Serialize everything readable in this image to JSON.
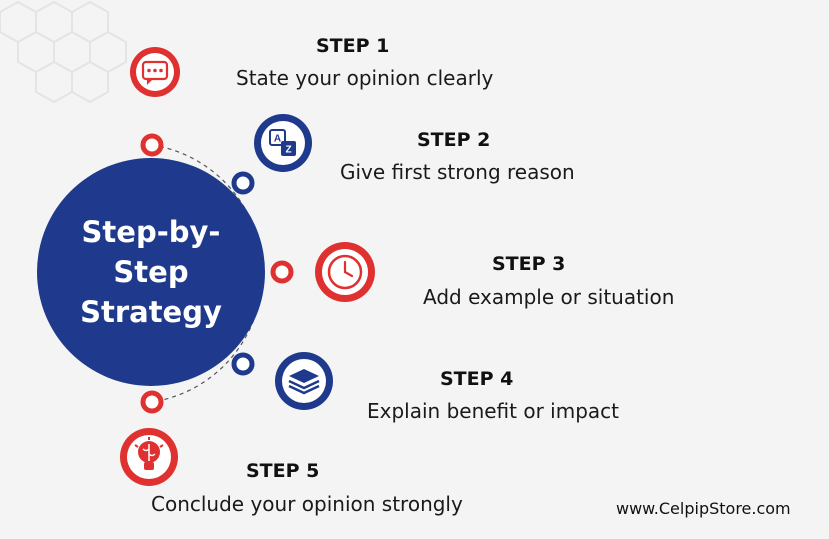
{
  "hub": {
    "title": "Step-by-\nStep\nStrategy"
  },
  "colors": {
    "navy": "#1f3a8c",
    "red": "#e03131",
    "background": "#f4f4f4"
  },
  "steps": [
    {
      "label": "STEP 1",
      "text": "State your opinion clearly",
      "icon": "chat-bubble-icon",
      "color": "red"
    },
    {
      "label": "STEP 2",
      "text": "Give first strong reason",
      "icon": "translate-az-icon",
      "color": "navy"
    },
    {
      "label": "STEP 3",
      "text": "Add example or situation",
      "icon": "clock-icon",
      "color": "red"
    },
    {
      "label": "STEP 4",
      "text": "Explain benefit or impact",
      "icon": "layers-icon",
      "color": "navy"
    },
    {
      "label": "STEP 5",
      "text": "Conclude your opinion strongly",
      "icon": "lightbulb-brain-icon",
      "color": "red"
    }
  ],
  "footer": {
    "website": "www.CelpipStore.com"
  }
}
